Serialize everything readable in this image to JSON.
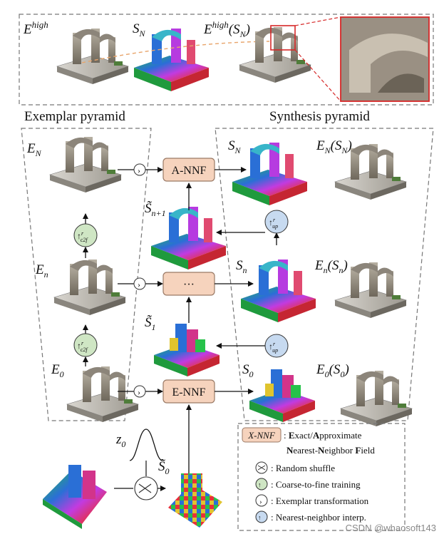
{
  "labels": {
    "e_high": "E",
    "e_high_sup": "high",
    "s_n_top": "S",
    "s_n_top_sub": "N",
    "e_high_sn": "E",
    "e_high_sn_sup": "high",
    "e_high_sn_arg": "(S",
    "e_high_sn_arg_sub": "N",
    "e_high_sn_close": ")",
    "exemplar_pyramid": "Exemplar pyramid",
    "synthesis_pyramid": "Synthesis pyramid",
    "e_n": "E",
    "e_n_sub": "N",
    "e_small_n": "E",
    "e_small_n_sub": "n",
    "e_0": "E",
    "e_0_sub": "0",
    "s_n": "S",
    "s_n_sub": "N",
    "en_sn": "E",
    "en_sn_sub": "N",
    "en_sn_arg": "(S",
    "en_sn_arg_sub": "N",
    "en_sn_close": ")",
    "s_small_n": "S",
    "s_small_n_sub": "n",
    "esmall_n_sn": "E",
    "esmall_n_sn_sub": "n",
    "esmall_n_sn_arg": "(S",
    "esmall_n_sn_arg_sub": "n",
    "esmall_n_sn_close": ")",
    "s_0": "S",
    "s_0_sub": "0",
    "e0_s0": "E",
    "e0_s0_sub": "0",
    "e0_s0_arg": "(S",
    "e0_s0_arg_sub": "0",
    "e0_s0_close": ")",
    "s_tilde_n1": "S̃",
    "s_tilde_n1_sub": "n+1",
    "s_tilde_1": "S̃",
    "s_tilde_1_sub": "1",
    "s_tilde_0": "S̃",
    "s_tilde_0_sub": "0",
    "z_0": "z",
    "z_0_sub": "0"
  },
  "boxes": {
    "anff": "A-NNF",
    "mid": "···",
    "enff": "E-NNF"
  },
  "icons": {
    "up": "↑",
    "c2f_sup": "r",
    "c2f_sub": "c2f",
    "up_sub": "up",
    "transform": "›"
  },
  "legend": {
    "xnnf_box": "X-NNF",
    "xnnf_desc_1_a": "E",
    "xnnf_desc_1_b": "xact/",
    "xnnf_desc_1_c": "A",
    "xnnf_desc_1_d": "pproximate",
    "xnnf_desc_2_a": "N",
    "xnnf_desc_2_b": "earest-",
    "xnnf_desc_2_c": "N",
    "xnnf_desc_2_d": "eighbor ",
    "xnnf_desc_2_e": "F",
    "xnnf_desc_2_f": "ield",
    "shuffle": ": Random shuffle",
    "c2f": ": Coarse-to-fine training",
    "transform": ": Exemplar transformation",
    "nn_interp": ": Nearest-neighbor interp."
  },
  "watermark": "CSDN @whaosoft143",
  "colors": {
    "box_fill": "#f6d3bd",
    "box_stroke": "#9a7a66",
    "green_circle": "#cfe6c4",
    "blue_circle": "#c7daf0",
    "dash": "#777777",
    "red": "#d62828"
  }
}
